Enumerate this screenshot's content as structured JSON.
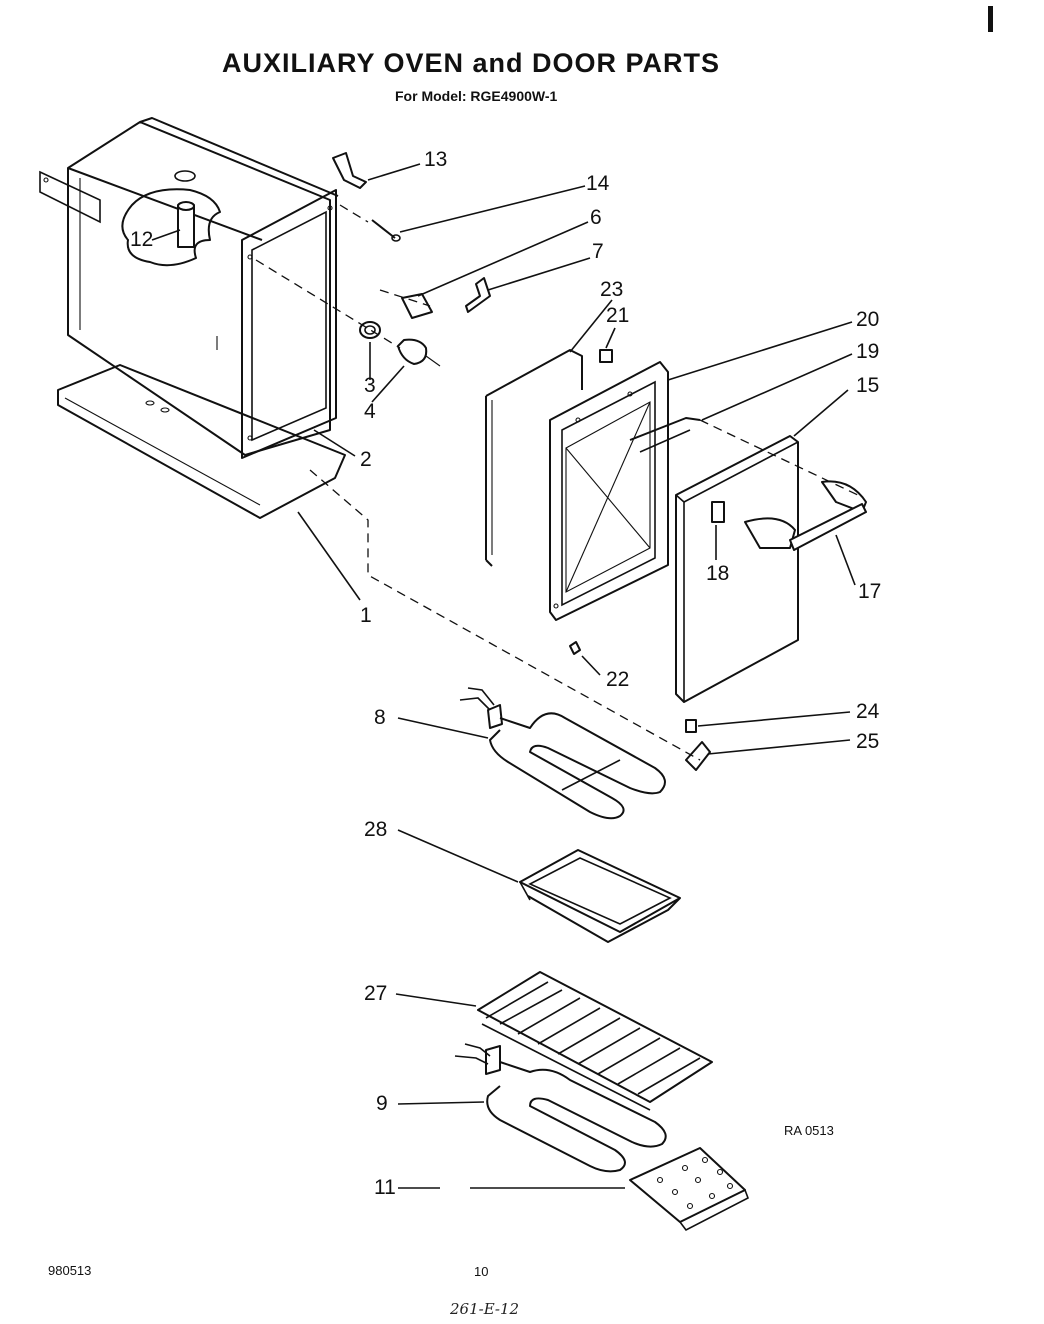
{
  "header": {
    "title": "AUXILIARY OVEN and DOOR PARTS",
    "model_line": "For Model: RGE4900W-1"
  },
  "callouts": {
    "c1": "1",
    "c2": "2",
    "c3": "3",
    "c4": "4",
    "c6": "6",
    "c7": "7",
    "c8": "8",
    "c9": "9",
    "c11": "11",
    "c12": "12",
    "c13": "13",
    "c14": "14",
    "c15": "15",
    "c17": "17",
    "c18": "18",
    "c19": "19",
    "c20": "20",
    "c21": "21",
    "c22": "22",
    "c23": "23",
    "c24": "24",
    "c25": "25",
    "c27": "27",
    "c28": "28"
  },
  "footer": {
    "diagram_code": "RA 0513",
    "doc_number": "980513",
    "page_number": "10",
    "handwritten_note": "261-E-12"
  }
}
